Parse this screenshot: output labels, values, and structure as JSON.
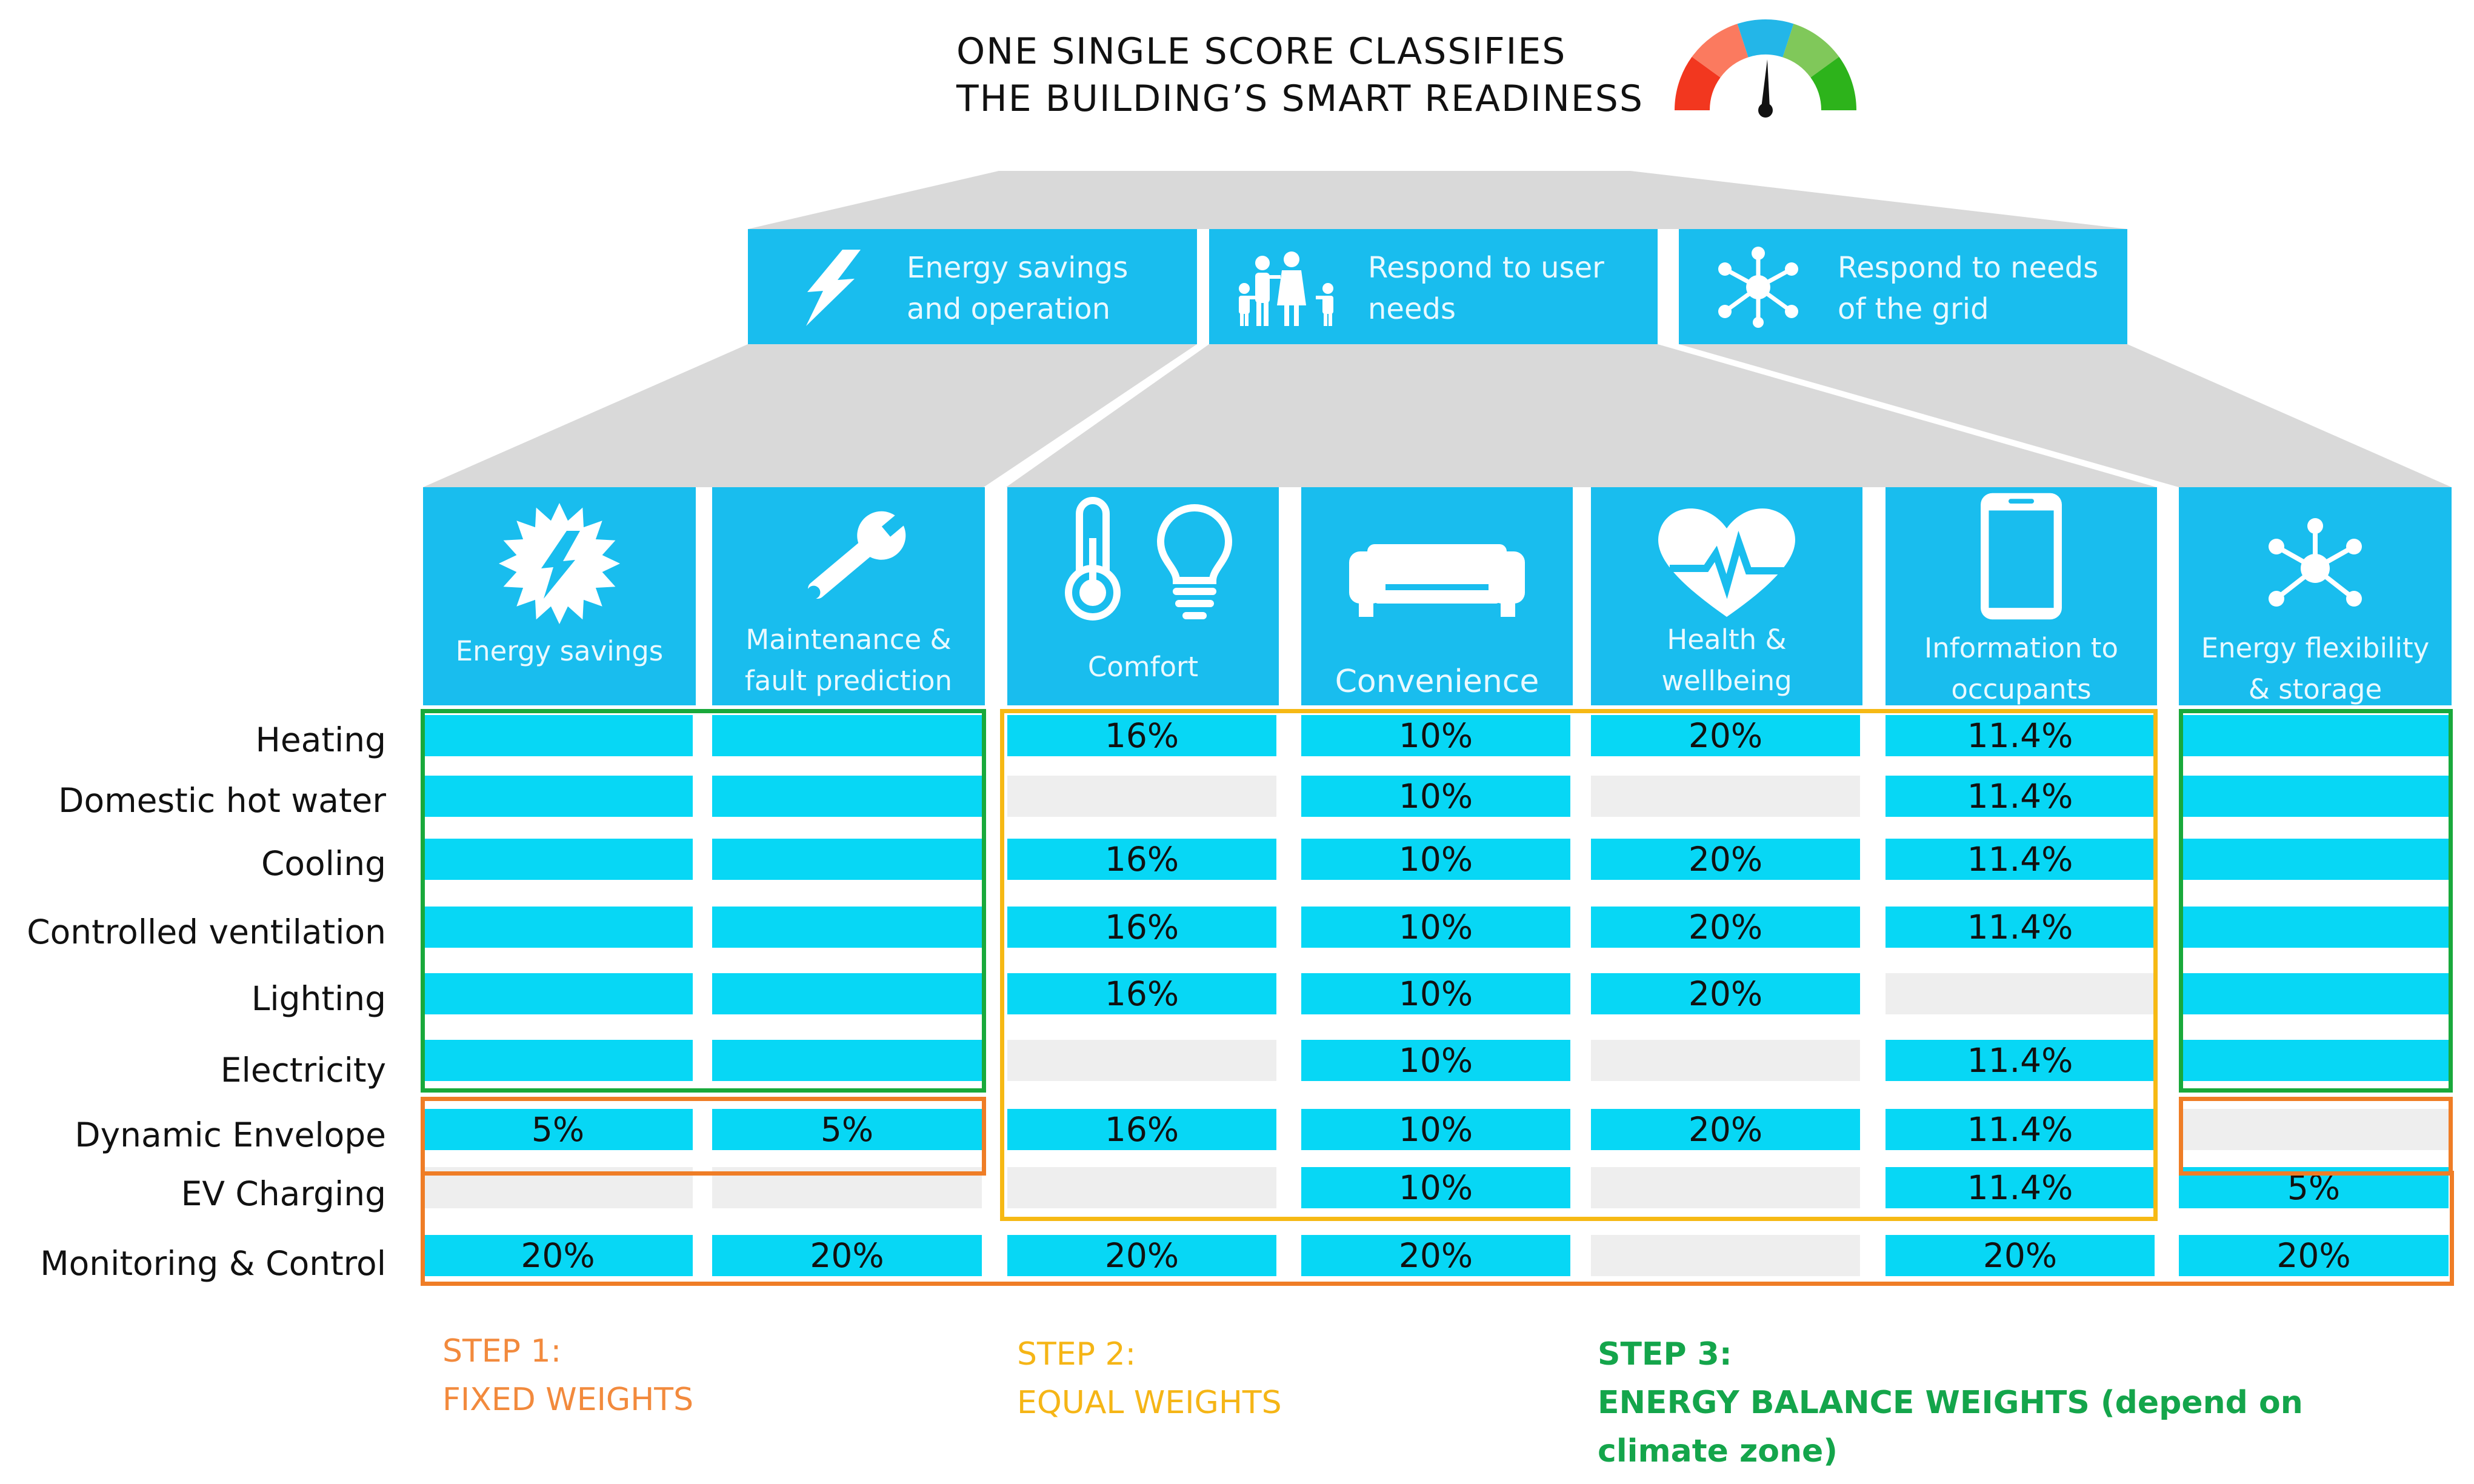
{
  "headline": {
    "line1": "ONE  SINGLE  SCORE  CLASSIFIES",
    "line2": "THE BUILDING’S SMART READINESS"
  },
  "gauge": {
    "colors": [
      "#f2371f",
      "#fb7a5f",
      "#23b6e8",
      "#80c85a",
      "#2db31b"
    ]
  },
  "domains": [
    {
      "label": "Energy savings and operation",
      "icon": "lightning-icon"
    },
    {
      "label": "Respond to user needs",
      "icon": "family-icon"
    },
    {
      "label": "Respond to needs of the grid",
      "icon": "grid-network-icon"
    }
  ],
  "criteria": [
    {
      "label": "Energy savings",
      "icon": "energy-burst-icon"
    },
    {
      "label": "Maintenance & fault prediction",
      "icon": "wrench-icon"
    },
    {
      "label": "Comfort",
      "icon": "thermometer-bulb-icon"
    },
    {
      "label": "Convenience",
      "icon": "sofa-icon"
    },
    {
      "label": "Health & wellbeing",
      "icon": "heart-pulse-icon"
    },
    {
      "label": "Information to occupants",
      "icon": "smartphone-icon"
    },
    {
      "label": "Energy flexibility & storage",
      "icon": "grid-network-icon"
    }
  ],
  "services": [
    "Heating",
    "Domestic hot water",
    "Cooling",
    "Controlled ventilation",
    "Lighting",
    "Electricity",
    "Dynamic Envelope",
    "EV Charging",
    "Monitoring & Control"
  ],
  "matrix": [
    [
      "",
      "",
      "16%",
      "10%",
      "20%",
      "11.4%",
      ""
    ],
    [
      "",
      "",
      null,
      "10%",
      null,
      "11.4%",
      ""
    ],
    [
      "",
      "",
      "16%",
      "10%",
      "20%",
      "11.4%",
      ""
    ],
    [
      "",
      "",
      "16%",
      "10%",
      "20%",
      "11.4%",
      ""
    ],
    [
      "",
      "",
      "16%",
      "10%",
      "20%",
      null,
      ""
    ],
    [
      "",
      "",
      null,
      "10%",
      null,
      "11.4%",
      ""
    ],
    [
      "5%",
      "5%",
      "16%",
      "10%",
      "20%",
      "11.4%",
      null
    ],
    [
      null,
      null,
      null,
      "10%",
      null,
      "11.4%",
      "5%"
    ],
    [
      "20%",
      "20%",
      "20%",
      "20%",
      null,
      "20%",
      "20%"
    ]
  ],
  "steps": [
    {
      "title": "STEP 1:",
      "subtitle": "FIXED WEIGHTS",
      "color": "#f28a3d"
    },
    {
      "title": "STEP 2:",
      "subtitle": "EQUAL WEIGHTS",
      "color": "#f5b516"
    },
    {
      "title": "STEP 3:",
      "subtitle": "ENERGY BALANCE WEIGHTS (depend on climate zone)",
      "color": "#14a54b"
    }
  ],
  "colors": {
    "tile": "#19bdee",
    "cell_on": "#07d7f5",
    "cell_off": "#eeeeee",
    "connector": "#d9d9d9"
  }
}
